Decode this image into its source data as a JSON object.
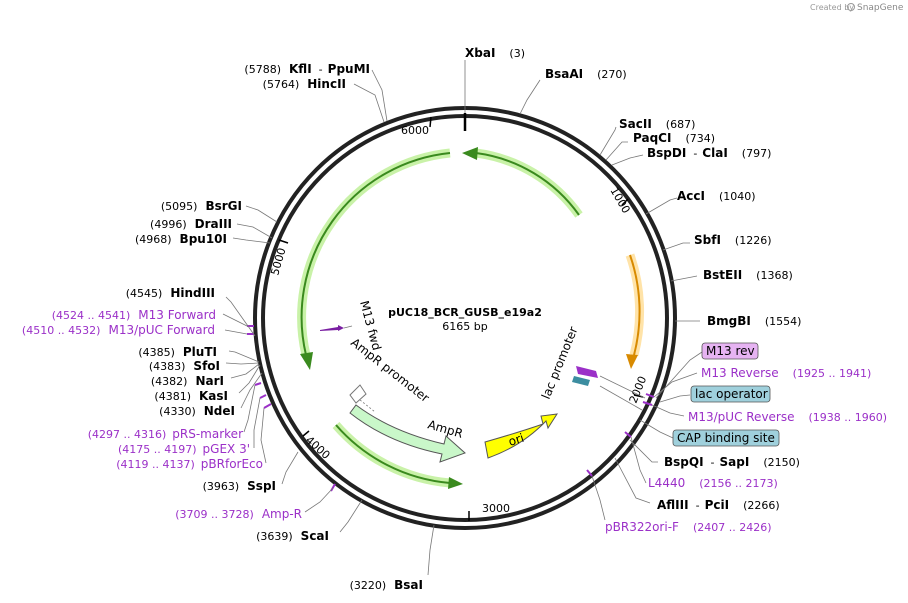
{
  "credit": {
    "created_by": "Created by",
    "brand": "SnapGene"
  },
  "plasmid": {
    "name": "pUC18_BCR_GUSB_e19a2",
    "length": "6165 bp"
  },
  "ticks": [
    "1000",
    "2000",
    "3000",
    "4000",
    "5000",
    "6000"
  ],
  "enzymes": {
    "xbai": {
      "name": "XbaI",
      "pos": "(3)"
    },
    "bsaai": {
      "name": "BsaAI",
      "pos": "(270)"
    },
    "sacii": {
      "name": "SacII",
      "pos": "(687)"
    },
    "paqci": {
      "name": "PaqCI",
      "pos": "(734)"
    },
    "bspdi": {
      "name": "BspDI",
      "sep": "-",
      "name2": "ClaI",
      "pos": "(797)"
    },
    "acci": {
      "name": "AccI",
      "pos": "(1040)"
    },
    "sbfi": {
      "name": "SbfI",
      "pos": "(1226)"
    },
    "bsteii": {
      "name": "BstEII",
      "pos": "(1368)"
    },
    "bmgbi": {
      "name": "BmgBI",
      "pos": "(1554)"
    },
    "bspqi": {
      "name": "BspQI",
      "sep": "-",
      "name2": "SapI",
      "pos": "(2150)"
    },
    "afliii": {
      "name": "AflIII",
      "sep": "-",
      "name2": "PciI",
      "pos": "(2266)"
    },
    "bsai": {
      "name": "BsaI",
      "pos": "(3220)"
    },
    "scai": {
      "name": "ScaI",
      "pos": "(3639)"
    },
    "sspi": {
      "name": "SspI",
      "pos": "(3963)"
    },
    "ndei": {
      "name": "NdeI",
      "pos": "(4330)"
    },
    "kasi": {
      "name": "KasI",
      "pos": "(4381)"
    },
    "nari": {
      "name": "NarI",
      "pos": "(4382)"
    },
    "sfoi": {
      "name": "SfoI",
      "pos": "(4383)"
    },
    "pluti": {
      "name": "PluTI",
      "pos": "(4385)"
    },
    "hindiii": {
      "name": "HindIII",
      "pos": "(4545)"
    },
    "bpu10i": {
      "name": "Bpu10I",
      "pos": "(4968)"
    },
    "draiii": {
      "name": "DraIII",
      "pos": "(4996)"
    },
    "bsrgi": {
      "name": "BsrGI",
      "pos": "(5095)"
    },
    "hincii": {
      "name": "HincII",
      "pos": "(5764)"
    },
    "kfli": {
      "name": "KflI",
      "sep": "-",
      "name2": "PpuMI",
      "pos": "(5788)"
    }
  },
  "primers": {
    "m13rev_top": {
      "name": "M13 Reverse",
      "pos": "(1925 .. 1941)"
    },
    "m13puc_rev": {
      "name": "M13/pUC Reverse",
      "pos": "(1938 .. 1960)"
    },
    "l4440": {
      "name": "L4440",
      "pos": "(2156 .. 2173)"
    },
    "pbr322ori": {
      "name": "pBR322ori-F",
      "pos": "(2407 .. 2426)"
    },
    "ampr": {
      "name": "Amp-R",
      "pos": "(3709 .. 3728)"
    },
    "pbrforeco": {
      "name": "pBRforEco",
      "pos": "(4119 .. 4137)"
    },
    "pgex3": {
      "name": "pGEX 3'",
      "pos": "(4175 .. 4197)"
    },
    "prsmarker": {
      "name": "pRS-marker",
      "pos": "(4297 .. 4316)"
    },
    "m13puc_fwd": {
      "name": "M13/pUC Forward",
      "pos": "(4510 .. 4532)"
    },
    "m13fwd": {
      "name": "M13 Forward",
      "pos": "(4524 .. 4541)"
    }
  },
  "boxed": {
    "m13rev": "M13 rev",
    "lacop": "lac operator",
    "cap": "CAP binding site"
  },
  "features": {
    "m13fwd": "M13 fwd",
    "amprpromoter": "AmpR promoter",
    "ampr": "AmpR",
    "ori": "ori",
    "lacpromoter": "lac promoter"
  },
  "colors": {
    "backbone": "#222222",
    "primer": "#9b30c8",
    "green_arrow": "#3a8a1e",
    "green_glow": "#c9f2a8",
    "orange": "#d88a00",
    "ori_fill": "#ffff00",
    "ampr_fill": "#c9f7c9",
    "box_purple": "#e6b3f2",
    "box_blue": "#9fd0dc"
  }
}
